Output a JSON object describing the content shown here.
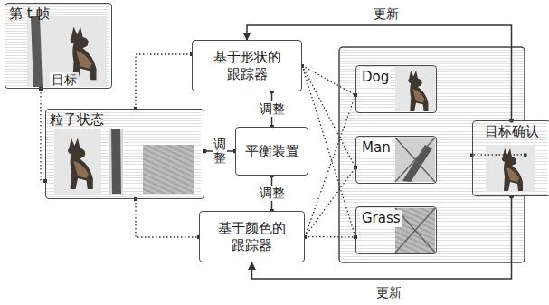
{
  "diagram": {
    "nodes": [
      {
        "text": [
          "第 t 帧"
        ]
      },
      {
        "text": [
          "粒子状态"
        ]
      },
      {
        "text": [
          "基于形状的跟踪器"
        ]
      },
      {
        "text": [
          "平衡装置"
        ]
      },
      {
        "text": [
          "基于颜色的跟踪器"
        ]
      },
      {
        "text": [
          "Dog"
        ]
      },
      {
        "text": [
          "Man"
        ]
      },
      {
        "text": [
          "Grass"
        ]
      },
      {
        "text": [
          "目标确认"
        ]
      }
    ],
    "edges": [
      {
        "from": 0,
        "to": 1,
        "arrow": "none"
      },
      {
        "from": 1,
        "to": 2,
        "arrow": "none"
      },
      {
        "from": 1,
        "to": 4,
        "arrow": "none"
      },
      {
        "from": 3,
        "to": 2,
        "label": "调整",
        "arrow": "none"
      },
      {
        "from": 3,
        "to": 1,
        "label": "调整",
        "arrow": "none"
      },
      {
        "from": 3,
        "to": 4,
        "label": "调整",
        "arrow": "none"
      },
      {
        "from": 2,
        "to": 5,
        "arrow": "none"
      },
      {
        "from": 2,
        "to": 6,
        "arrow": "none"
      },
      {
        "from": 2,
        "to": 7,
        "arrow": "none"
      },
      {
        "from": 4,
        "to": 5,
        "arrow": "none"
      },
      {
        "from": 4,
        "to": 6,
        "arrow": "none"
      },
      {
        "from": 4,
        "to": 7,
        "arrow": "none"
      },
      {
        "from": 8,
        "to": 2,
        "label": "更新",
        "arrow": "to"
      },
      {
        "from": 8,
        "to": 4,
        "label": "更新",
        "arrow": "to"
      }
    ],
    "labels": [
      "目标"
    ]
  }
}
